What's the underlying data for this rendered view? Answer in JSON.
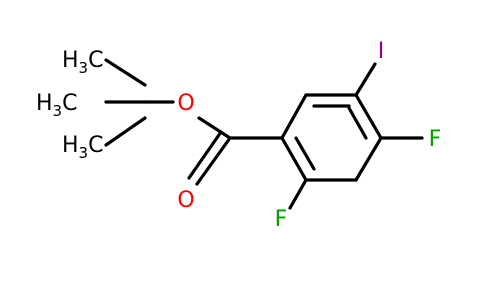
{
  "molecule": {
    "atoms": [
      {
        "id": "methyl_top",
        "label": "H3C",
        "base": "H",
        "sub": "3",
        "tail": "C",
        "color": "#000000"
      },
      {
        "id": "methyl_mid",
        "label": "H3C",
        "base": "H",
        "sub": "3",
        "tail": "C",
        "color": "#000000"
      },
      {
        "id": "methyl_bot",
        "label": "H3C",
        "base": "H",
        "sub": "3",
        "tail": "C",
        "color": "#000000"
      },
      {
        "id": "ester_o",
        "label": "O",
        "color": "#ff0000"
      },
      {
        "id": "carbonyl_o",
        "label": "O",
        "color": "#ff0000"
      },
      {
        "id": "iodine",
        "label": "I",
        "color": "#940094"
      },
      {
        "id": "fluorine_4",
        "label": "F",
        "color": "#00a000"
      },
      {
        "id": "fluorine_2",
        "label": "F",
        "color": "#00a000"
      }
    ]
  }
}
